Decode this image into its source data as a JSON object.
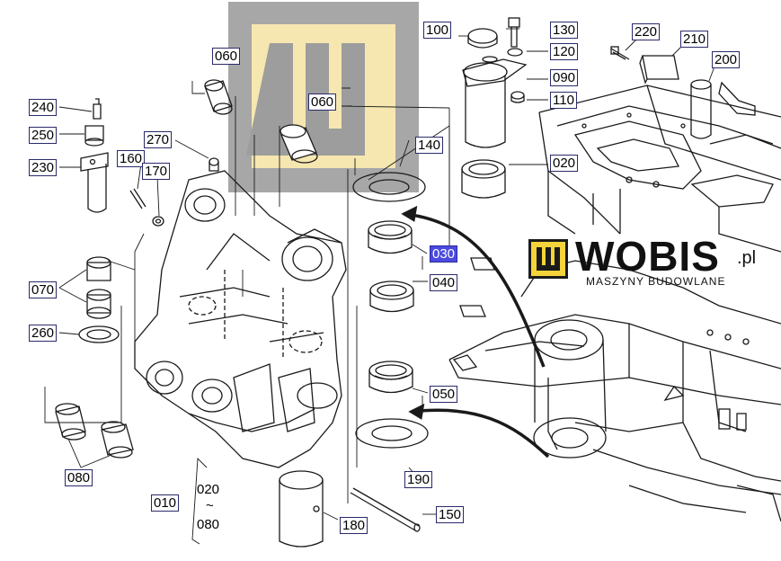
{
  "callouts": {
    "c100": "100",
    "c130": "130",
    "c120": "120",
    "c090": "090",
    "c110": "110",
    "c220": "220",
    "c210": "210",
    "c200": "200",
    "c020": "020",
    "c060a": "060",
    "c060b": "060",
    "c240": "240",
    "c250": "250",
    "c230": "230",
    "c270": "270",
    "c160": "160",
    "c170": "170",
    "c140": "140",
    "c030": "030",
    "c040": "040",
    "c070": "070",
    "c260": "260",
    "c050": "050",
    "c080": "080",
    "c190": "190",
    "c010": "010",
    "c150": "150",
    "c180": "180"
  },
  "range_label": {
    "start": "020",
    "tilde": "~",
    "end": "080"
  },
  "selected_part": "030",
  "watermark": {
    "brand": "WOBIS",
    "tld": ".pl",
    "tagline": "MASZYNY BUDOWLANE"
  },
  "colors": {
    "selected_bg": "#4a4adf",
    "logo_yellow": "#f5d33a",
    "watermark_gray": "#9a9a9a",
    "line": "#1a1a1a"
  }
}
